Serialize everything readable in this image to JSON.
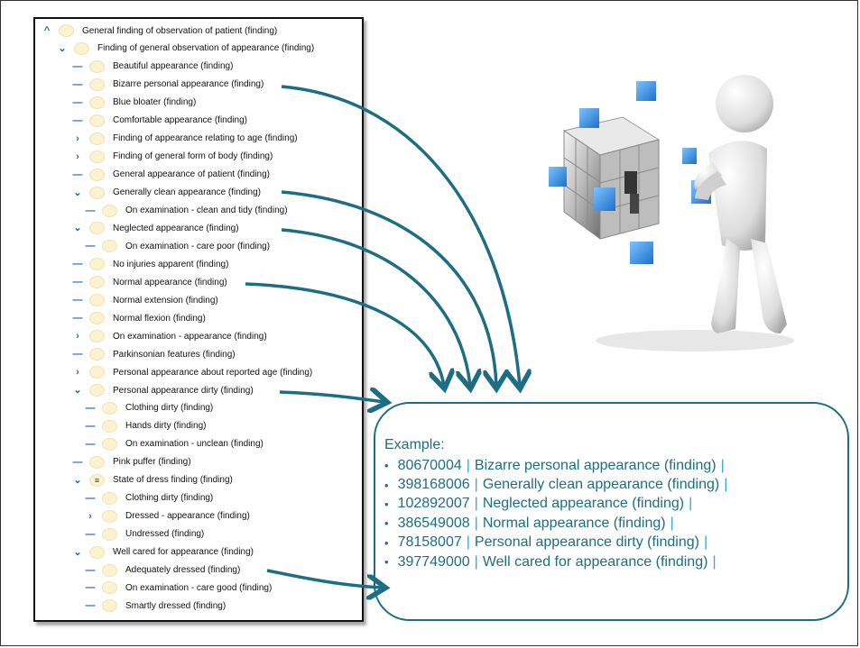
{
  "tree": [
    {
      "toggle": "up",
      "label": "General finding of observation of patient (finding)"
    },
    {
      "toggle": "down",
      "label": "Finding of general observation of appearance (finding)"
    },
    {
      "toggle": "dash",
      "label": "Beautiful appearance (finding)"
    },
    {
      "toggle": "dash",
      "label": "Bizarre personal appearance (finding)"
    },
    {
      "toggle": "dash",
      "label": "Blue bloater (finding)"
    },
    {
      "toggle": "dash",
      "label": "Comfortable appearance (finding)"
    },
    {
      "toggle": "right",
      "label": "Finding of appearance relating to age (finding)"
    },
    {
      "toggle": "right",
      "label": "Finding of general form of body (finding)"
    },
    {
      "toggle": "dash",
      "label": "General appearance of patient (finding)"
    },
    {
      "toggle": "down",
      "label": "Generally clean appearance (finding)"
    },
    {
      "toggle": "dash",
      "label": "On examination - clean and tidy (finding)"
    },
    {
      "toggle": "down",
      "label": "Neglected appearance (finding)"
    },
    {
      "toggle": "dash",
      "label": "On examination - care poor (finding)"
    },
    {
      "toggle": "dash",
      "label": "No injuries apparent (finding)"
    },
    {
      "toggle": "dash",
      "label": "Normal appearance (finding)"
    },
    {
      "toggle": "dash",
      "label": "Normal extension (finding)"
    },
    {
      "toggle": "dash",
      "label": "Normal flexion (finding)"
    },
    {
      "toggle": "right",
      "label": "On examination - appearance (finding)"
    },
    {
      "toggle": "dash",
      "label": "Parkinsonian features (finding)"
    },
    {
      "toggle": "right",
      "label": "Personal appearance about reported age (finding)"
    },
    {
      "toggle": "down",
      "label": "Personal appearance dirty (finding)"
    },
    {
      "toggle": "dash",
      "label": "Clothing dirty (finding)"
    },
    {
      "toggle": "dash",
      "label": "Hands dirty (finding)"
    },
    {
      "toggle": "dash",
      "label": "On examination - unclean (finding)"
    },
    {
      "toggle": "dash",
      "label": "Pink puffer (finding)"
    },
    {
      "toggle": "down",
      "label": "State of dress finding (finding)",
      "dot": "≡"
    },
    {
      "toggle": "dash",
      "label": "Clothing dirty (finding)"
    },
    {
      "toggle": "right",
      "label": "Dressed - appearance (finding)"
    },
    {
      "toggle": "dash",
      "label": "Undressed (finding)"
    },
    {
      "toggle": "down",
      "label": "Well cared for appearance (finding)"
    },
    {
      "toggle": "dash",
      "label": "Adequately dressed (finding)"
    },
    {
      "toggle": "dash",
      "label": "On examination - care good (finding)"
    },
    {
      "toggle": "dash",
      "label": "Smartly dressed (finding)"
    }
  ],
  "toggle_glyphs": {
    "up": "^",
    "down": "⌄",
    "right": "›",
    "dash": "—"
  },
  "example": {
    "title": "Example:",
    "items": [
      {
        "code": "80670004",
        "term": "Bizarre personal appearance (finding)"
      },
      {
        "code": "398168006",
        "term": "Generally clean appearance (finding)"
      },
      {
        "code": "102892007",
        "term": "Neglected appearance (finding)"
      },
      {
        "code": "386549008",
        "term": "Normal appearance (finding)"
      },
      {
        "code": "78158007",
        "term": "Personal appearance dirty (finding)"
      },
      {
        "code": "397749000",
        "term": "Well cared for appearance (finding)"
      }
    ]
  },
  "colors": {
    "teal": "#1d6e83",
    "pipe_blue": "#2ea8d8",
    "toggle_blue": "#1565c0",
    "concept_fill": "#fbf2cf",
    "cube_blue": "#2e8fe0"
  },
  "illustration": {
    "icon": "figure-with-cube-icon"
  }
}
